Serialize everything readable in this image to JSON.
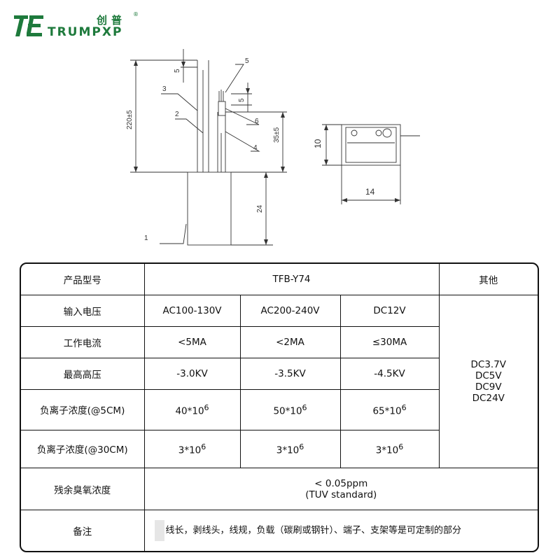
{
  "brand": {
    "name_cn": "创普",
    "name_en": "TRUMPXP",
    "mark": "TE",
    "registered": "®",
    "color": "#1e7a3c"
  },
  "drawing": {
    "labels": {
      "p1": "1",
      "p2": "2",
      "p3": "3",
      "p4": "4",
      "p5": "5",
      "p6": "6"
    },
    "dims": {
      "d220": "220±5",
      "d5a": "5",
      "d5b": "5",
      "d35": "35±5",
      "d24": "24",
      "d10": "10",
      "d14": "14"
    }
  },
  "table": {
    "headers": {
      "model_label": "产品型号",
      "model_value": "TFB-Y74",
      "other_label": "其他"
    },
    "rows": [
      {
        "label": "输入电压",
        "c1": "AC100-130V",
        "c2": "AC200-240V",
        "c3": "DC12V"
      },
      {
        "label": "工作电流",
        "c1": "<5MA",
        "c2": "<2MA",
        "c3": "≤30MA"
      },
      {
        "label": "最高高压",
        "c1": "-3.0KV",
        "c2": "-3.5KV",
        "c3": "-4.5KV"
      },
      {
        "label": "负离子浓度(@5CM)",
        "c1": "40*10",
        "c1_exp": "6",
        "c2": "50*10",
        "c2_exp": "6",
        "c3": "65*10",
        "c3_exp": "6"
      },
      {
        "label": "负离子浓度(@30CM)",
        "c1": "3*10",
        "c1_exp": "6",
        "c2": "3*10",
        "c2_exp": "6",
        "c3": "3*10",
        "c3_exp": "6"
      }
    ],
    "other_values": [
      "DC3.7V",
      "DC5V",
      "DC9V",
      "DC24V"
    ],
    "ozone": {
      "label": "残余臭氧浓度",
      "line1": "< 0.05ppm",
      "line2": "(TUV standard)"
    },
    "note": {
      "label": "备注",
      "text": "线长，剥线头，线规，负载（碳刷或钢针）、端子、支架等是可定制的部分"
    }
  }
}
